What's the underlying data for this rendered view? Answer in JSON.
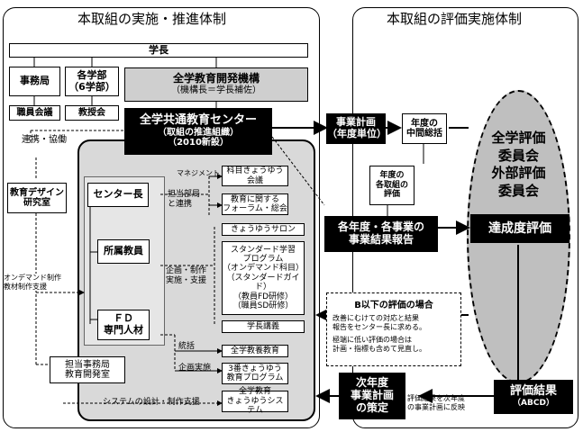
{
  "left_panel": {
    "title": "本取組の実施・推進体制"
  },
  "right_panel": {
    "title": "本取組の評価実施体制"
  },
  "gakucho": "学長",
  "jimukyoku": "事務局",
  "kakugakubu": "各学部\n（6学部）",
  "kikou": {
    "name": "全学教育開発機構",
    "sub": "（機構長＝学長補佐）"
  },
  "shokuin_kaigi": "職員会議",
  "kyojukai": "教授会",
  "center": {
    "name": "全学共通教育センター",
    "sub1": "（取組の推進組織）",
    "sub2": "（2010新設）"
  },
  "renkei_kyodo": "連携・協働",
  "kyoiku_design": "教育デザイン\n研究室",
  "center_cho": "センター長",
  "shozoku_kyoin": "所属教員",
  "fd_jinzai": "ＦＤ\n専門人材",
  "labels": {
    "management": "マネジメント",
    "tanto_renkei": "担当部局\nと連携",
    "kikaku_seisaku": "企画・制作\n実施・支援",
    "tokatsu": "統括",
    "kikaku_jisshi": "企画実施",
    "ondemand_shien": "オンデマンド制作\n教材制作支援",
    "system_shien": "システムの設計・制作支援"
  },
  "items": {
    "kamoku_kaigi": "科目きょうゆう\n会議",
    "forum": "教育に関する\nフォーラム・総会",
    "salon": "きょうゆうサロン",
    "standard": "スタンダード学習\nプログラム\n（オンデマンド科目）\n（スタンダードガイド）\n（教員FD研修）\n（職員SD研修）",
    "gakucho_kogi": "学長講義",
    "zengaku_kyoyo": "全学教養教育",
    "sanban": "3番きょうゆう\n教育プログラム",
    "zengaku_system": "全学教育\nきょうゆうシステム"
  },
  "tanto_jimukyoku": "担当事務局\n教育開発室",
  "jigyo_keikaku": "事業計画\n（年度単位）",
  "nendo_chukan": "年度の\n中間総括",
  "nendo_hyoka": "年度の\n各取組の\n評価",
  "committee": {
    "line1": "全学評価",
    "line2": "委員会",
    "line3": "外部評価",
    "line4": "委員会"
  },
  "kekka_hokoku": "各年度・各事業の\n事業結果報告",
  "tasseido": "達成度評価",
  "b_ika": {
    "title": "B以下の評価の場合",
    "text1": "改善にむけての対応と結果\n報告をセンター長に求める。",
    "text2": "極端に低い評価の場合は\n計画・指標も含めて見直し。"
  },
  "hyoka_kekka": {
    "title": "評価結果",
    "sub": "（ABCD）"
  },
  "jinendo": "次年度\n事業計画\nの策定",
  "hanei": "評価結果を次年度\nの事業計画に反映"
}
